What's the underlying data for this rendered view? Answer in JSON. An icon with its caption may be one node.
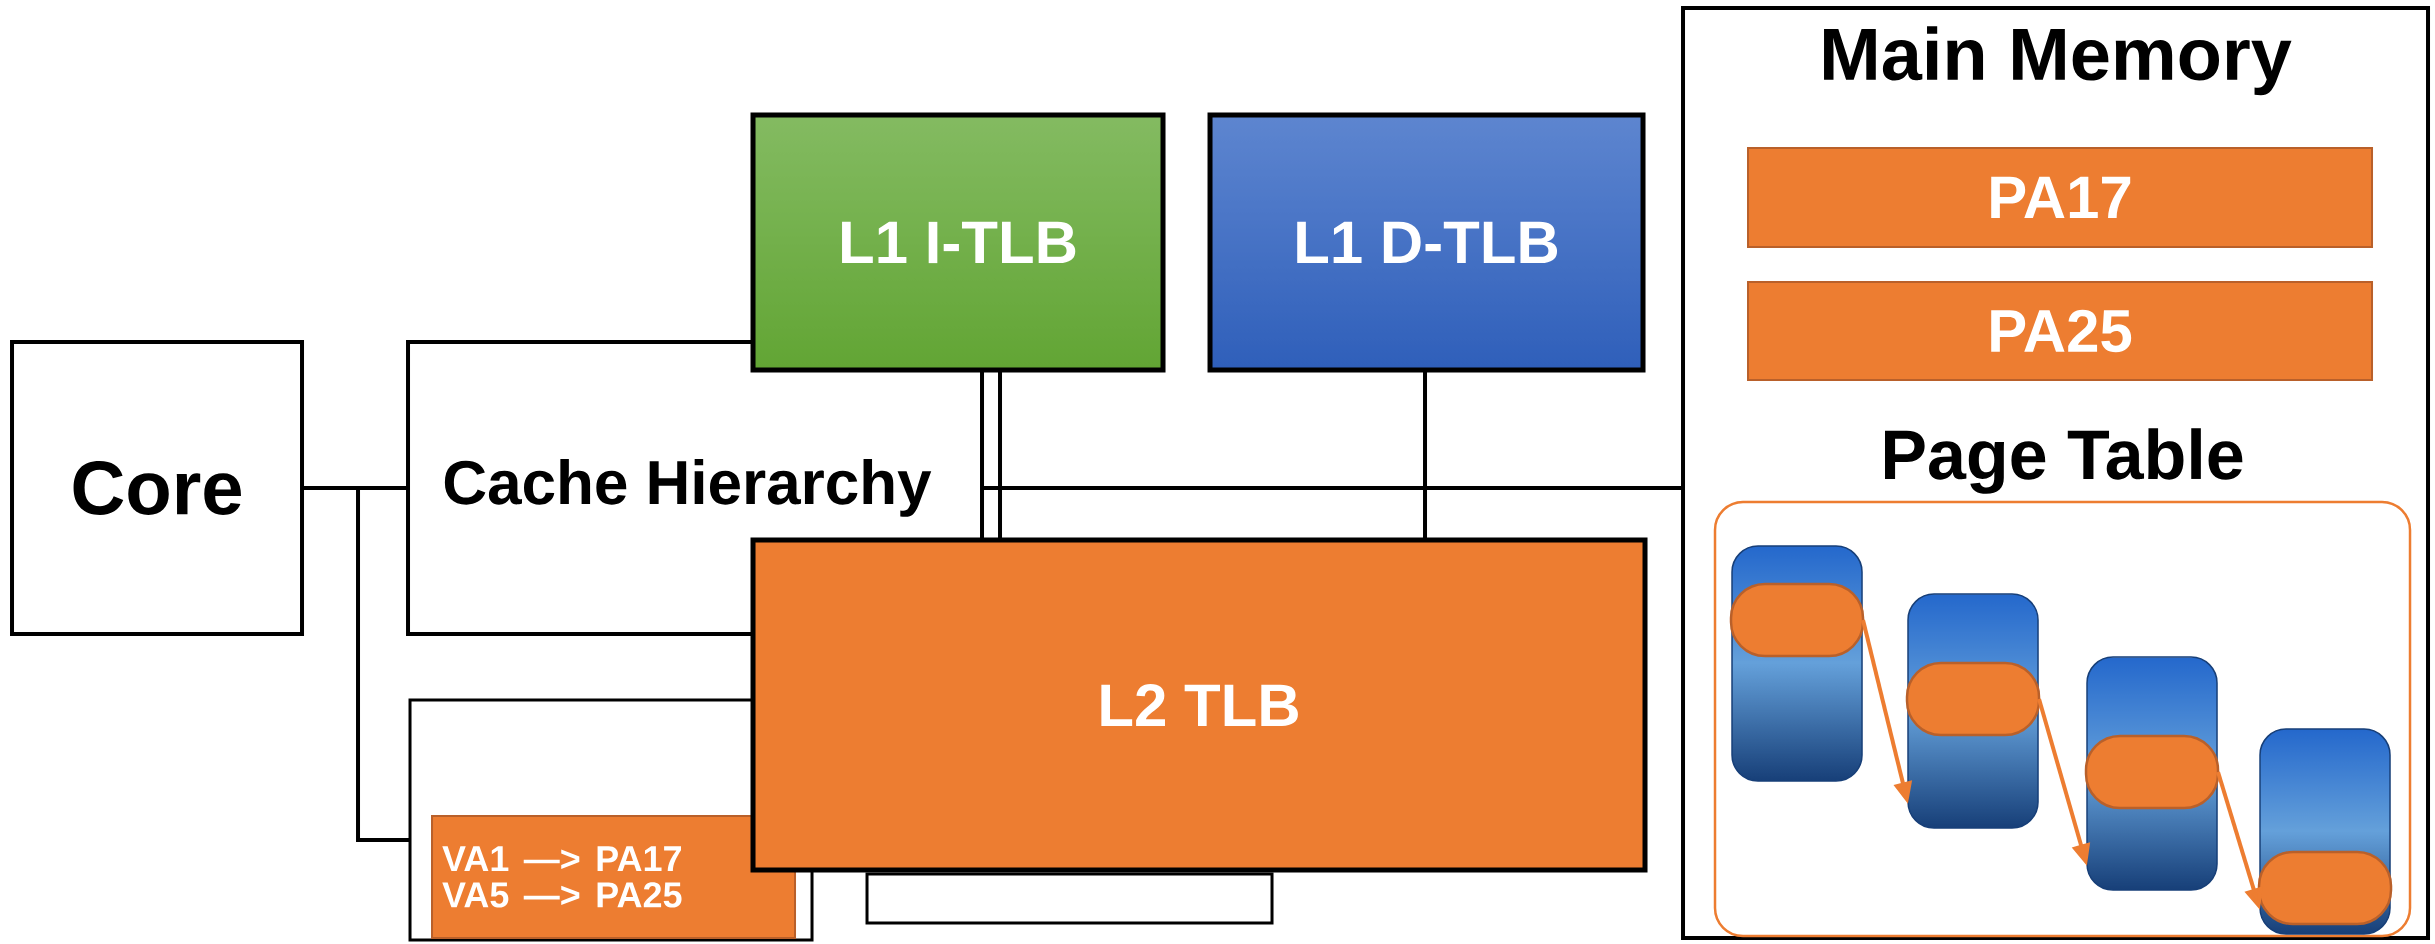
{
  "diagram": {
    "nodes": [
      {
        "text": [
          "Core"
        ]
      },
      {
        "text": [
          "L1 I-TLB"
        ]
      },
      {
        "text": [
          "L1 D-TLB"
        ]
      },
      {
        "text": [
          "Cache Hierarchy"
        ]
      },
      {
        "text": [
          "L2 TLB"
        ]
      },
      {
        "text": [
          "Main Memory"
        ]
      },
      {
        "text": [
          "PA17"
        ],
        "in": 5
      },
      {
        "text": [
          "PA25"
        ],
        "in": 5
      },
      {
        "text": [
          "Page Table"
        ],
        "in": 5
      },
      {
        "text": [],
        "shape": "bar",
        "in": 8
      },
      {
        "text": [],
        "shape": "pill",
        "in": 9
      },
      {
        "text": [],
        "shape": "bar",
        "in": 8
      },
      {
        "text": [],
        "shape": "pill",
        "in": 11
      },
      {
        "text": [],
        "shape": "bar",
        "in": 8
      },
      {
        "text": [],
        "shape": "pill",
        "in": 13
      },
      {
        "text": [],
        "shape": "bar",
        "in": 8
      },
      {
        "text": [],
        "shape": "pill",
        "in": 15
      },
      {
        "text": [],
        "shape": "box"
      },
      {
        "text": [
          "VA1 —> PA17",
          "VA5 —> PA25"
        ],
        "in": 17
      },
      {
        "text": [],
        "shape": "box"
      }
    ],
    "edges": [
      {
        "from": 0,
        "to": 3,
        "arrow": "none"
      },
      {
        "from": 0,
        "to": 17,
        "arrow": "none"
      },
      {
        "from": 1,
        "to": 4,
        "arrow": "none"
      },
      {
        "from": 2,
        "to": 4,
        "arrow": "none"
      },
      {
        "from": 3,
        "to": 5,
        "arrow": "none"
      },
      {
        "from": 10,
        "to": 11,
        "arrow": "to",
        "color": "#ed7d31"
      },
      {
        "from": 12,
        "to": 13,
        "arrow": "to",
        "color": "#ed7d31"
      },
      {
        "from": 14,
        "to": 15,
        "arrow": "to",
        "color": "#ed7d31"
      }
    ]
  }
}
